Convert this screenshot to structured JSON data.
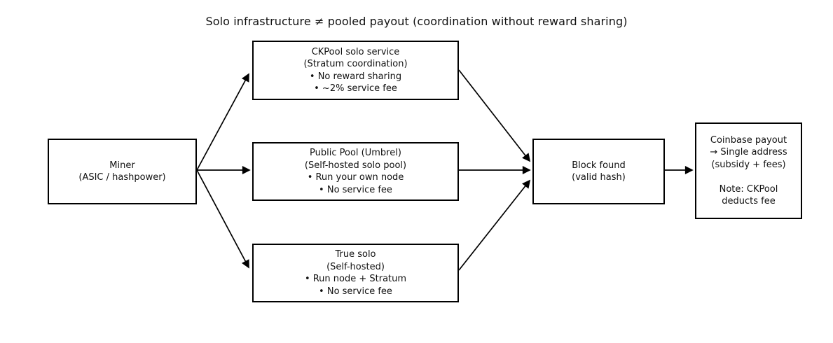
{
  "title": "Solo infrastructure ≠ pooled payout (coordination without reward sharing)",
  "nodes": {
    "miner": {
      "lines": [
        "Miner",
        "(ASIC / hashpower)"
      ]
    },
    "ckpool": {
      "lines": [
        "CKPool solo service",
        "(Stratum coordination)",
        "• No reward sharing",
        "• ~2% service fee"
      ]
    },
    "public_pool": {
      "lines": [
        "Public Pool (Umbrel)",
        "(Self-hosted solo pool)",
        "• Run your own node",
        "• No service fee"
      ]
    },
    "true_solo": {
      "lines": [
        "True solo",
        "(Self-hosted)",
        "• Run node + Stratum",
        "• No service fee"
      ]
    },
    "block_found": {
      "lines": [
        "Block found",
        "(valid hash)"
      ]
    },
    "coinbase": {
      "lines": [
        "Coinbase payout",
        "→ Single address",
        "(subsidy + fees)",
        "",
        "Note: CKPool",
        "deducts fee"
      ]
    }
  },
  "colors": {
    "background": "#ffffff",
    "box_fill": "#ffffff",
    "box_border": "#000000",
    "text": "#111111",
    "arrow": "#000000"
  }
}
